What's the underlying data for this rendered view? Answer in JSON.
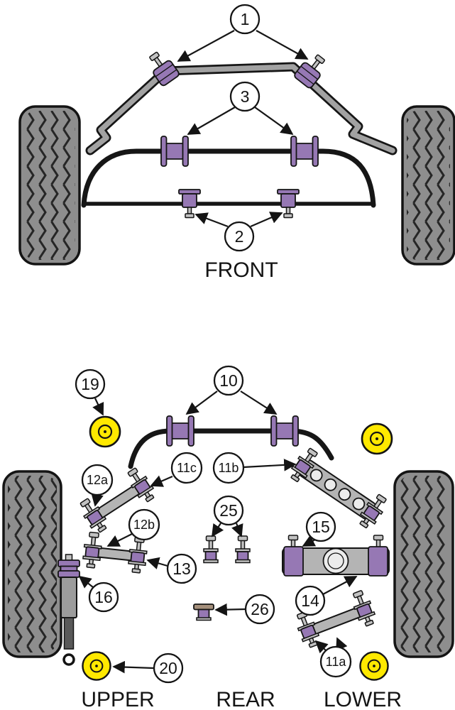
{
  "front": {
    "label": "FRONT",
    "callout_1": "1",
    "callout_2": "2",
    "callout_3": "3"
  },
  "rear": {
    "label_upper": "UPPER",
    "label_rear": "REAR",
    "label_lower": "LOWER",
    "callout_10": "10",
    "callout_11a": "11a",
    "callout_11b": "11b",
    "callout_11c": "11c",
    "callout_12a": "12a",
    "callout_12b": "12b",
    "callout_13": "13",
    "callout_14": "14",
    "callout_15": "15",
    "callout_16": "16",
    "callout_19": "19",
    "callout_20": "20",
    "callout_25": "25",
    "callout_26": "26"
  },
  "colors": {
    "bushing_purple": "#9678b4",
    "yellow_bushing": "#ffe900",
    "metal_gray": "#b4b4b4",
    "bar_gray": "#a2a2a2",
    "tire_gray": "#8e8e8e",
    "cap_brown": "#a5907c",
    "outline": "#141414"
  }
}
